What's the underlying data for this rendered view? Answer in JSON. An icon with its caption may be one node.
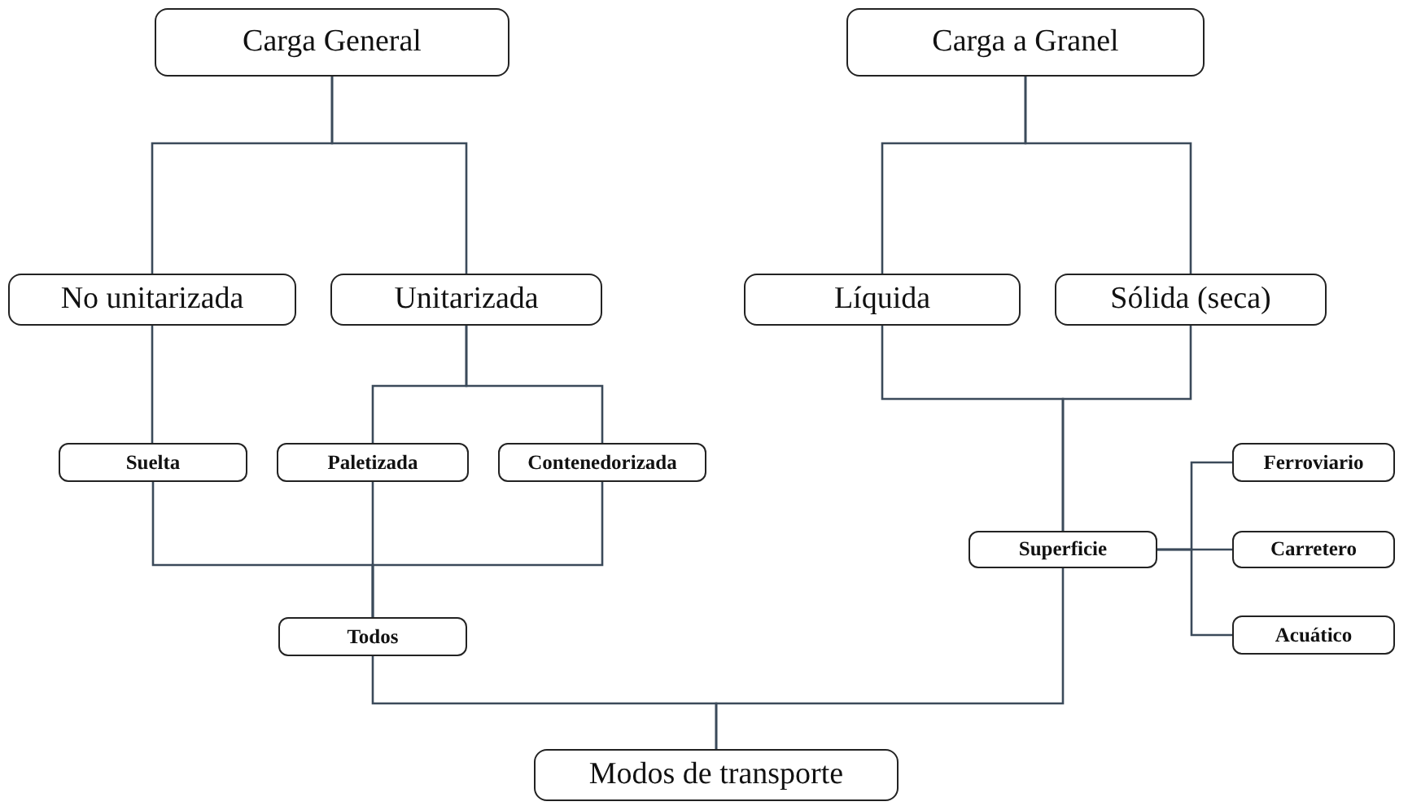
{
  "diagram": {
    "nodes": [
      {
        "text": [
          "Carga General"
        ]
      },
      {
        "text": [
          "Carga a Granel"
        ]
      },
      {
        "text": [
          "No unitarizada"
        ]
      },
      {
        "text": [
          "Unitarizada"
        ]
      },
      {
        "text": [
          "Líquida"
        ]
      },
      {
        "text": [
          "Sólida (seca)"
        ]
      },
      {
        "text": [
          "Suelta"
        ]
      },
      {
        "text": [
          "Paletizada"
        ]
      },
      {
        "text": [
          "Contenedorizada"
        ]
      },
      {
        "text": [
          "Superficie"
        ]
      },
      {
        "text": [
          "Ferroviario"
        ]
      },
      {
        "text": [
          "Carretero"
        ]
      },
      {
        "text": [
          "Acuático"
        ]
      },
      {
        "text": [
          "Todos"
        ]
      },
      {
        "text": [
          "Modos de transporte"
        ]
      }
    ],
    "edges": [
      {
        "from": 0,
        "to": 2,
        "arrow": "none"
      },
      {
        "from": 0,
        "to": 3,
        "arrow": "none"
      },
      {
        "from": 1,
        "to": 4,
        "arrow": "none"
      },
      {
        "from": 1,
        "to": 5,
        "arrow": "none"
      },
      {
        "from": 2,
        "to": 6,
        "arrow": "none"
      },
      {
        "from": 3,
        "to": 7,
        "arrow": "none"
      },
      {
        "from": 3,
        "to": 8,
        "arrow": "none"
      },
      {
        "from": 4,
        "to": 9,
        "arrow": "none"
      },
      {
        "from": 5,
        "to": 9,
        "arrow": "none"
      },
      {
        "from": 9,
        "to": 10,
        "arrow": "none"
      },
      {
        "from": 9,
        "to": 11,
        "arrow": "none"
      },
      {
        "from": 9,
        "to": 12,
        "arrow": "none"
      },
      {
        "from": 6,
        "to": 13,
        "arrow": "none"
      },
      {
        "from": 7,
        "to": 13,
        "arrow": "none"
      },
      {
        "from": 8,
        "to": 13,
        "arrow": "none"
      },
      {
        "from": 13,
        "to": 14,
        "arrow": "none"
      },
      {
        "from": 9,
        "to": 14,
        "arrow": "none"
      }
    ]
  }
}
